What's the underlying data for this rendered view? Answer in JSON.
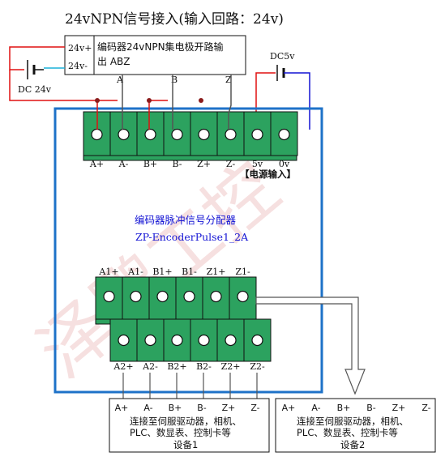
{
  "title": "24vNPN信号接入(输入回路：24v)",
  "encoder": {
    "power_plus": "24v+",
    "power_minus": "24v-",
    "desc_line1": "编码器24vNPN集电极开路输",
    "desc_line2": "出 ABZ",
    "outputs": [
      "A",
      "B",
      "Z"
    ]
  },
  "supply_24v": "DC 24v",
  "supply_5v": "DC5v",
  "input_terminals": [
    "A+",
    "A-",
    "B+",
    "B-",
    "Z+",
    "Z-",
    "5v",
    "0v"
  ],
  "power_input_label": "【电源输入】",
  "device": {
    "name_cn": "编码器脉冲信号分配器",
    "name_en": "ZP-EncoderPulse1_2A"
  },
  "output_group_1": [
    "A1+",
    "A1-",
    "B1+",
    "B1-",
    "Z1+",
    "Z1-"
  ],
  "output_group_2": [
    "A2+",
    "A2-",
    "B2+",
    "B2-",
    "Z2+",
    "Z2-"
  ],
  "target_1": {
    "pins": [
      "A+",
      "A-",
      "B+",
      "B-",
      "Z+",
      "Z-"
    ],
    "line1": "连接至伺服驱动器，相机、",
    "line2": "PLC、数显表、控制卡等",
    "line3": "设备1"
  },
  "target_2": {
    "pins": [
      "A+",
      "A-",
      "B+",
      "B-",
      "Z+",
      "Z-"
    ],
    "line1": "连接至伺服驱动器，相机、",
    "line2": "PLC、数显表、控制卡等",
    "line3": "设备2"
  },
  "watermark": "泽鹏工控",
  "colors": {
    "enclosure": "#1e72c8",
    "terminal": "#2ca25f",
    "wire_red": "#e01010",
    "wire_blue": "#1414d4",
    "wire_cyan": "#1ab0d8",
    "wire_gray": "#555555"
  }
}
